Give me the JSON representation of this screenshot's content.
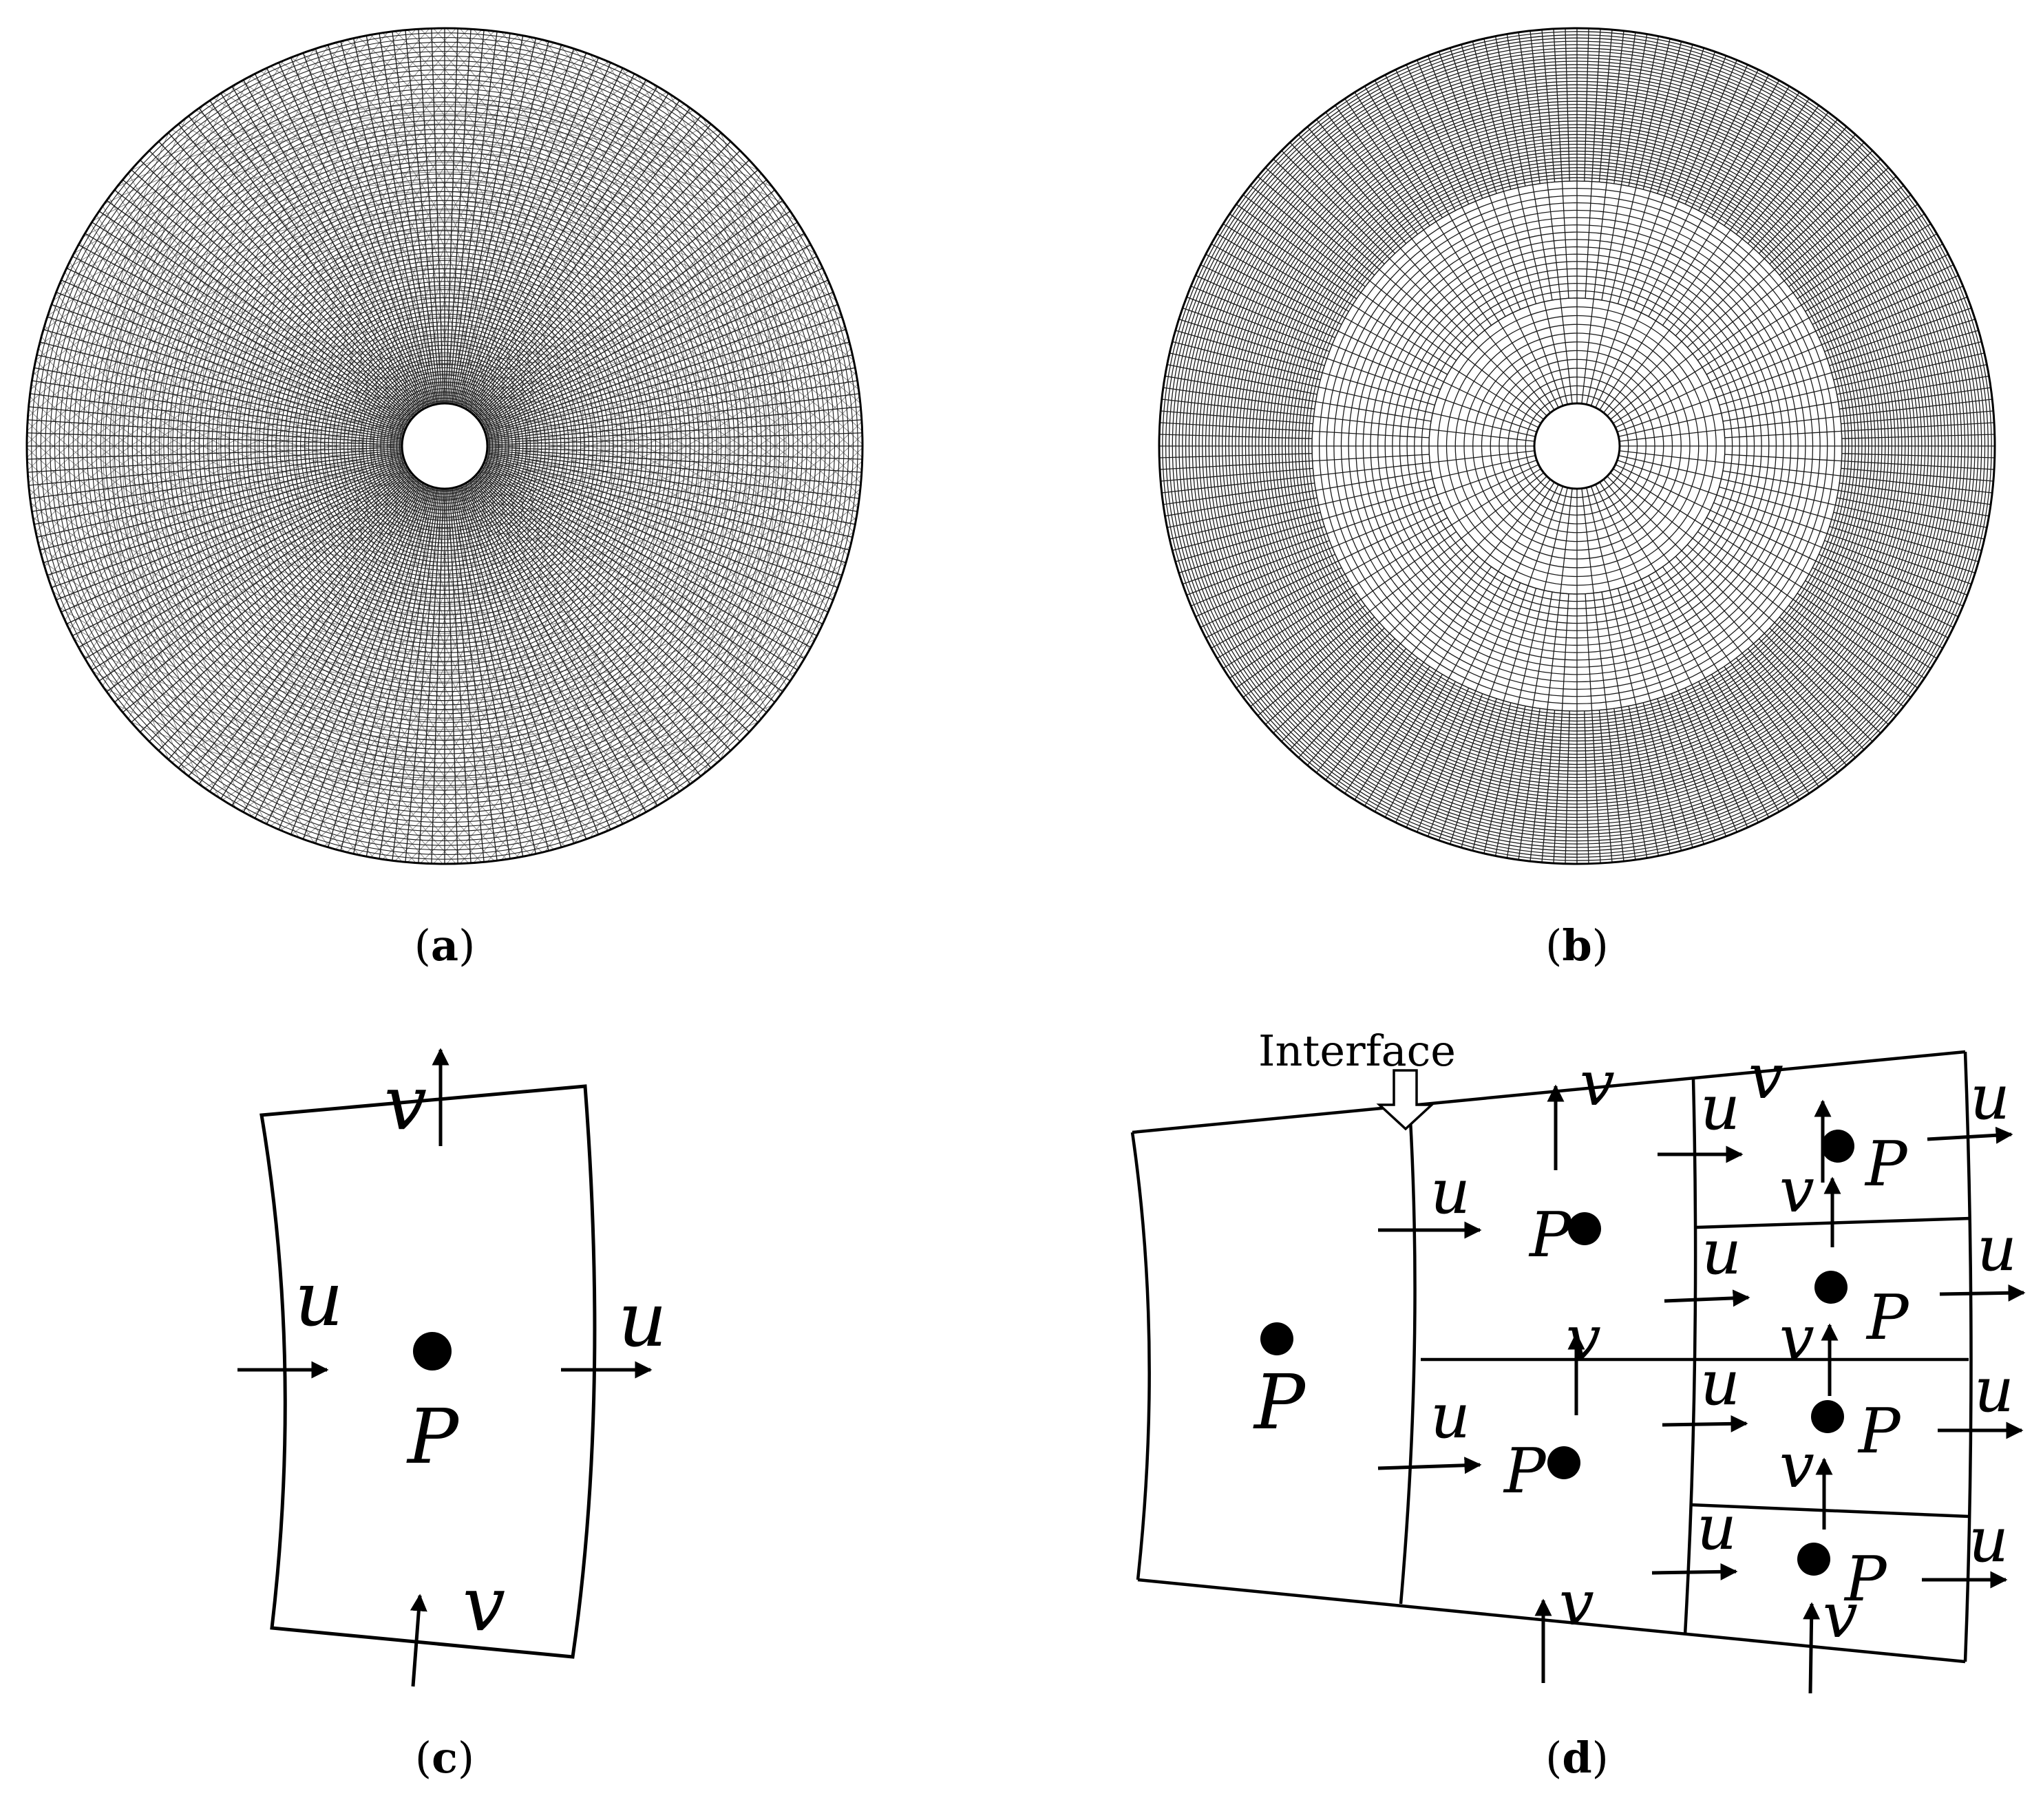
{
  "panels": {
    "a": {
      "caption_open": "(",
      "caption_letter": "a",
      "caption_close": ")"
    },
    "b": {
      "caption_open": "(",
      "caption_letter": "b",
      "caption_close": ")"
    },
    "c": {
      "caption_open": "(",
      "caption_letter": "c",
      "caption_close": ")",
      "u_left": "u",
      "u_right": "u",
      "v_top": "v",
      "v_bottom": "v",
      "p_center": "P"
    },
    "d": {
      "caption_open": "(",
      "caption_letter": "d",
      "caption_close": ")",
      "interface_label": "Interface",
      "symbols": {
        "u": "u",
        "v": "v",
        "p": "P"
      }
    }
  },
  "colors": {
    "ink": "#000000",
    "mesh": "#1a1a1a",
    "background": "#ffffff"
  }
}
